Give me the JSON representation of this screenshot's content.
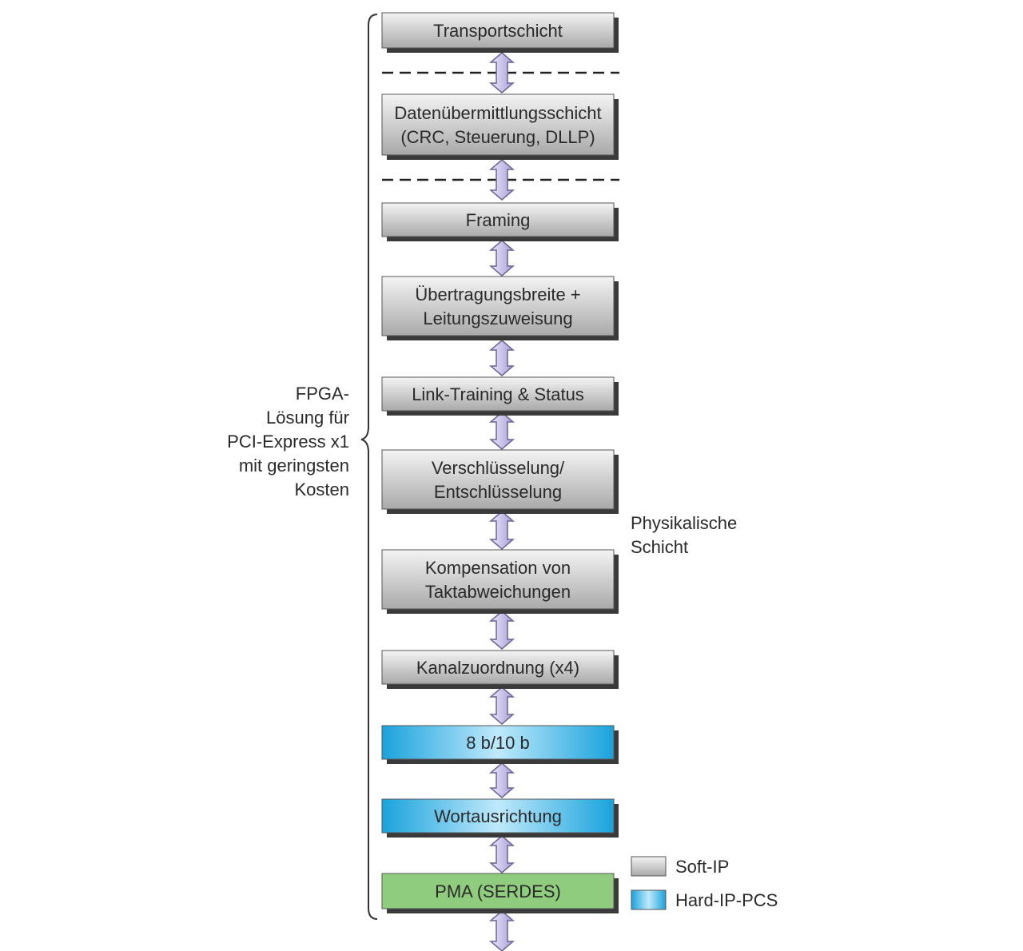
{
  "layers": [
    {
      "id": "transport",
      "lines": [
        "Transportschicht"
      ],
      "kind": "soft"
    },
    {
      "id": "datalink",
      "lines": [
        "Datenübermittlungsschicht",
        "(CRC, Steuerung, DLLP)"
      ],
      "kind": "soft"
    },
    {
      "id": "framing",
      "lines": [
        "Framing"
      ],
      "kind": "soft"
    },
    {
      "id": "lane-width",
      "lines": [
        "Übertragungsbreite +",
        "Leitungszuweisung"
      ],
      "kind": "soft"
    },
    {
      "id": "link-training",
      "lines": [
        "Link-Training & Status"
      ],
      "kind": "soft"
    },
    {
      "id": "scrambling",
      "lines": [
        "Verschlüsselung/",
        "Entschlüsselung"
      ],
      "kind": "soft"
    },
    {
      "id": "clock-comp",
      "lines": [
        "Kompensation von",
        "Taktabweichungen"
      ],
      "kind": "soft"
    },
    {
      "id": "channel-map",
      "lines": [
        "Kanalzuordnung (x4)"
      ],
      "kind": "soft"
    },
    {
      "id": "8b10b",
      "lines": [
        "8 b/10 b"
      ],
      "kind": "hard"
    },
    {
      "id": "word-align",
      "lines": [
        "Wortausrichtung"
      ],
      "kind": "hard"
    },
    {
      "id": "pma",
      "lines": [
        "PMA (SERDES)"
      ],
      "kind": "pma"
    }
  ],
  "brace_label": [
    "FPGA-",
    "Lösung für",
    "PCI-Express x1",
    "mit geringsten",
    "Kosten"
  ],
  "physical_label": [
    "Physikalische",
    "Schicht"
  ],
  "legend": [
    {
      "label": "Soft-IP",
      "kind": "soft"
    },
    {
      "label": "Hard-IP-PCS",
      "kind": "hard"
    }
  ],
  "colors": {
    "soft_light": "#f4f4f4",
    "soft_dark": "#a9a9a9",
    "hard_light": "#bfe9fb",
    "hard_dark": "#1aa3dc",
    "pma_fill": "#8fcc7e",
    "arrow_fill": "#c9c2e8",
    "arrow_stroke": "#6b6494",
    "shadow": "#3a3a3a"
  }
}
